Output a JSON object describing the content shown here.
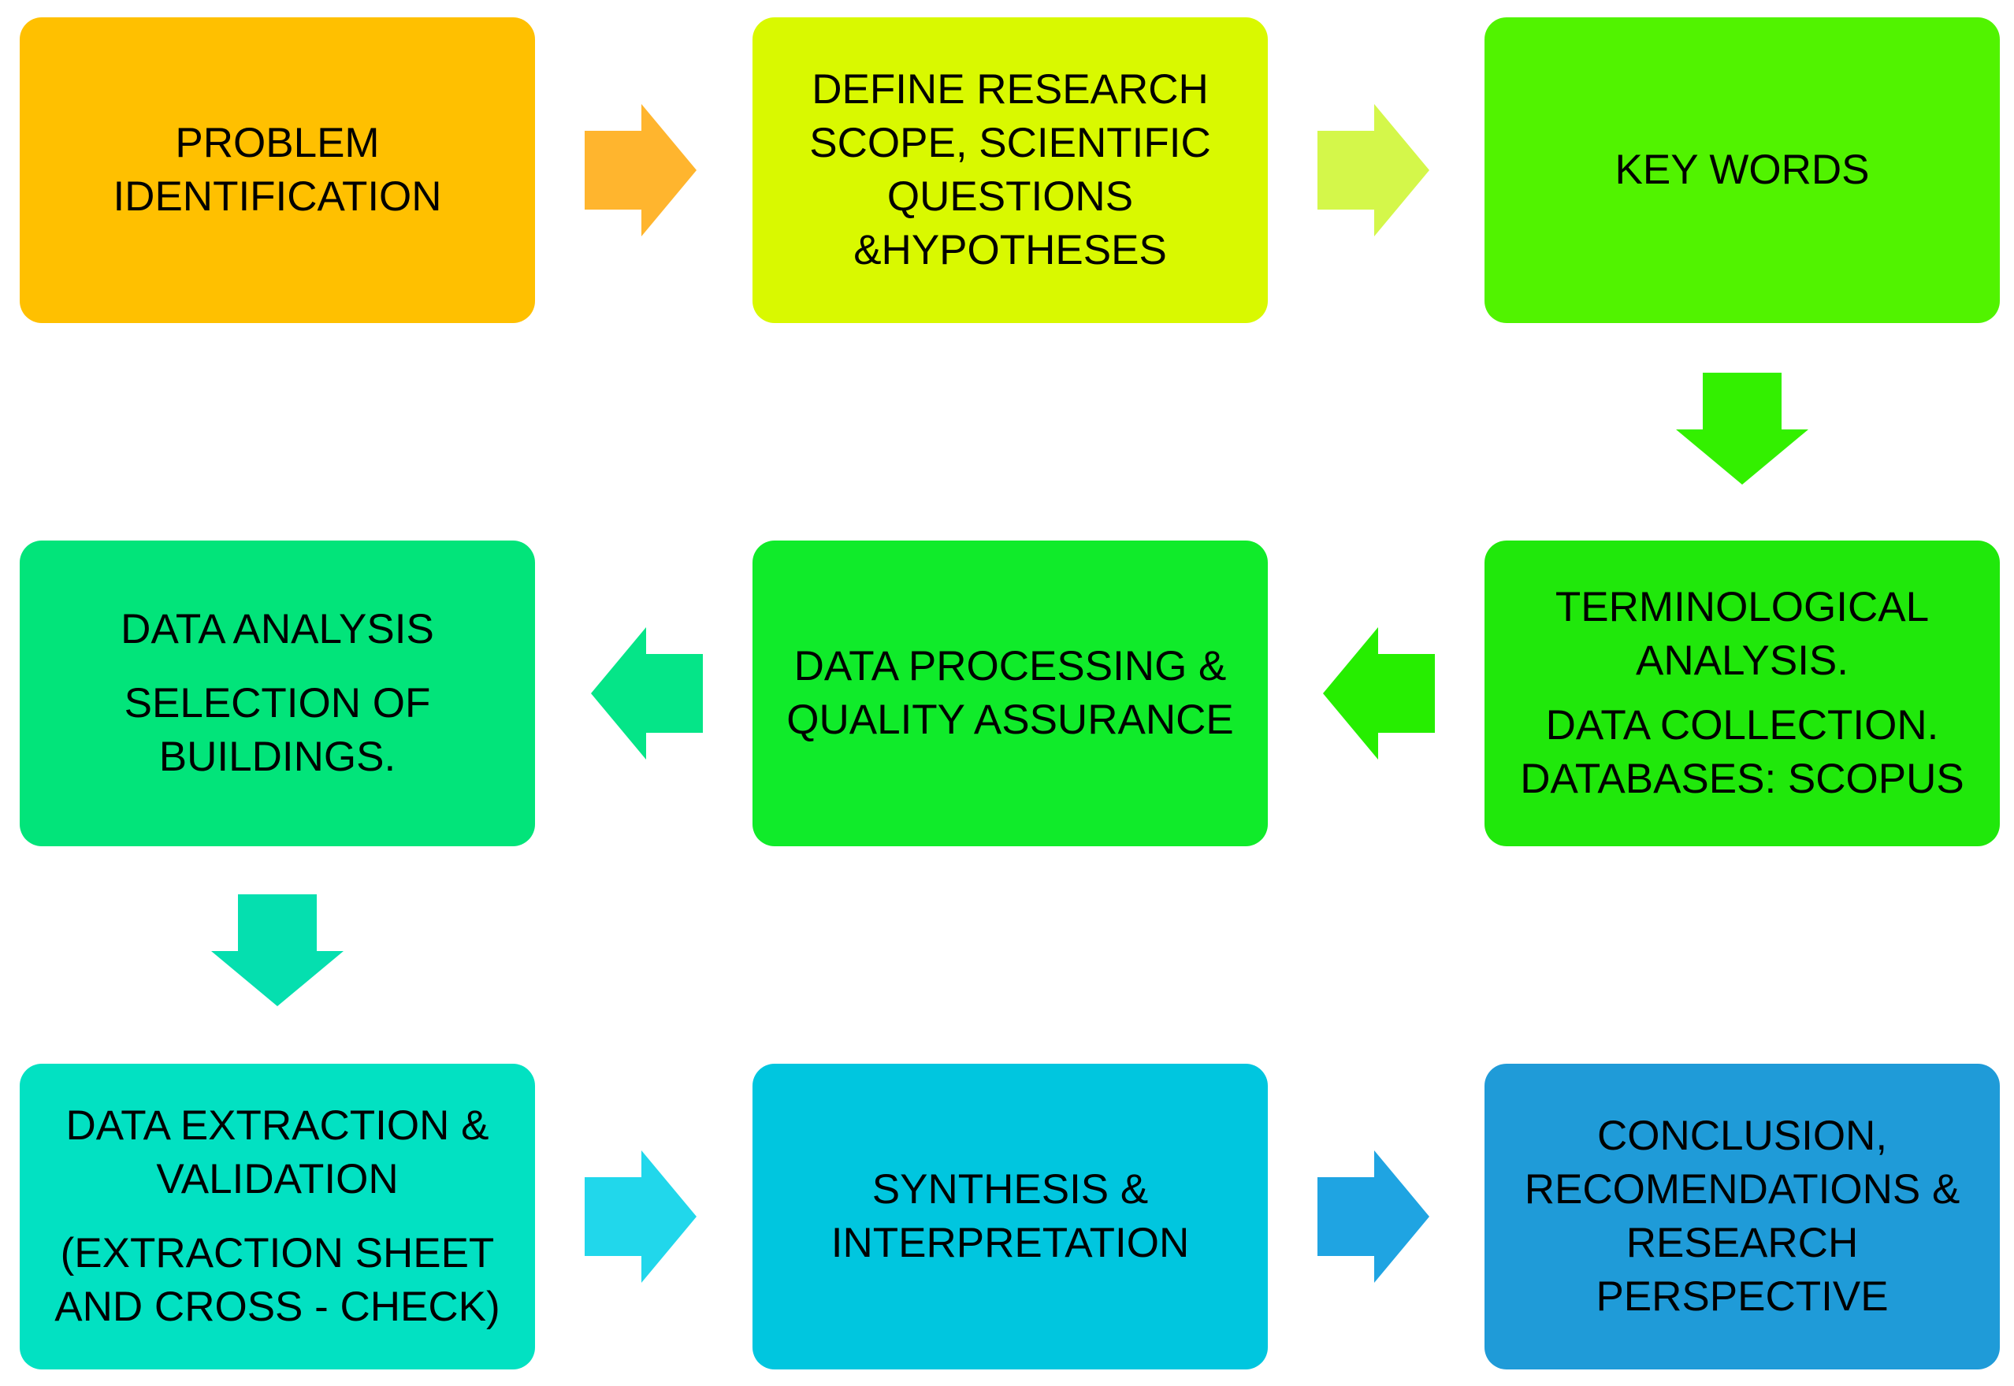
{
  "boxes": [
    {
      "id": "problem-identification",
      "color": "#FFC000",
      "paragraphs": [
        "PROBLEM\nIDENTIFICATION"
      ]
    },
    {
      "id": "define-research-scope",
      "color": "#D9F900",
      "paragraphs": [
        "DEFINE RESEARCH\nSCOPE, SCIENTIFIC\nQUESTIONS\n&HYPOTHESES"
      ]
    },
    {
      "id": "key-words",
      "color": "#51F300",
      "paragraphs": [
        "KEY WORDS"
      ]
    },
    {
      "id": "terminological-analysis",
      "color": "#20E80B",
      "paragraphs": [
        "TERMINOLOGICAL\nANALYSIS.",
        "DATA COLLECTION.\nDATABASES: SCOPUS"
      ]
    },
    {
      "id": "data-processing",
      "color": "#10EB2A",
      "paragraphs": [
        "DATA PROCESSING &\nQUALITY ASSURANCE"
      ]
    },
    {
      "id": "data-analysis",
      "color": "#02E47A",
      "paragraphs": [
        "DATA ANALYSIS",
        "SELECTION OF\nBUILDINGS."
      ]
    },
    {
      "id": "data-extraction",
      "color": "#02E1C2",
      "paragraphs": [
        "DATA EXTRACTION &\nVALIDATION",
        "(EXTRACTION SHEET\nAND CROSS - CHECK)"
      ]
    },
    {
      "id": "synthesis",
      "color": "#00C6DF",
      "paragraphs": [
        "SYNTHESIS &\nINTERPRETATION"
      ]
    },
    {
      "id": "conclusion",
      "color": "#1F9BD8",
      "paragraphs": [
        "CONCLUSION,\nRECOMENDATIONS &\nRESEARCH\nPERSPECTIVE"
      ]
    }
  ],
  "arrows": [
    {
      "direction": "right",
      "color": "#FFB52E"
    },
    {
      "direction": "right",
      "color": "#D4F74A"
    },
    {
      "direction": "down",
      "color": "#33F000"
    },
    {
      "direction": "left",
      "color": "#26EE00"
    },
    {
      "direction": "left",
      "color": "#05E588"
    },
    {
      "direction": "down",
      "color": "#05DFAF"
    },
    {
      "direction": "right",
      "color": "#21D7EB"
    },
    {
      "direction": "right",
      "color": "#1FA4E2"
    }
  ]
}
